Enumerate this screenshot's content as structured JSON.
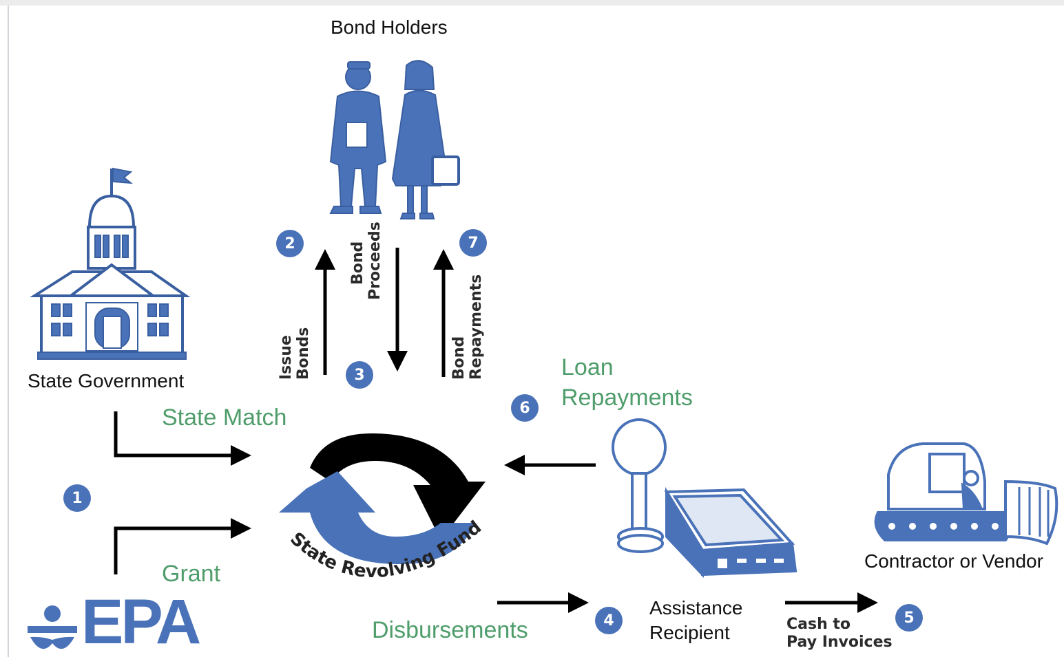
{
  "nodes": {
    "bond_holders": "Bond Holders",
    "state_government": "State Government",
    "assistance_recipient": [
      "Assistance",
      "Recipient"
    ],
    "contractor": "Contractor or Vendor",
    "epa": "EPA",
    "fund": "State Revolving Fund"
  },
  "flows": {
    "state_match": "State Match",
    "grant": "Grant",
    "loan_repayments": [
      "Loan",
      "Repayments"
    ],
    "disbursements": "Disbursements",
    "issue_bonds": [
      "Issue",
      "Bonds"
    ],
    "bond_proceeds": [
      "Bond",
      "Proceeds"
    ],
    "bond_repayments": [
      "Bond",
      "Repayments"
    ],
    "cash_to_pay": [
      "Cash to",
      "Pay Invoices"
    ]
  },
  "steps": [
    "1",
    "2",
    "3",
    "4",
    "5",
    "6",
    "7"
  ],
  "colors": {
    "icon_blue": "#4a72b8",
    "label_green": "#4f9d6b",
    "arrow_black": "#000000"
  }
}
